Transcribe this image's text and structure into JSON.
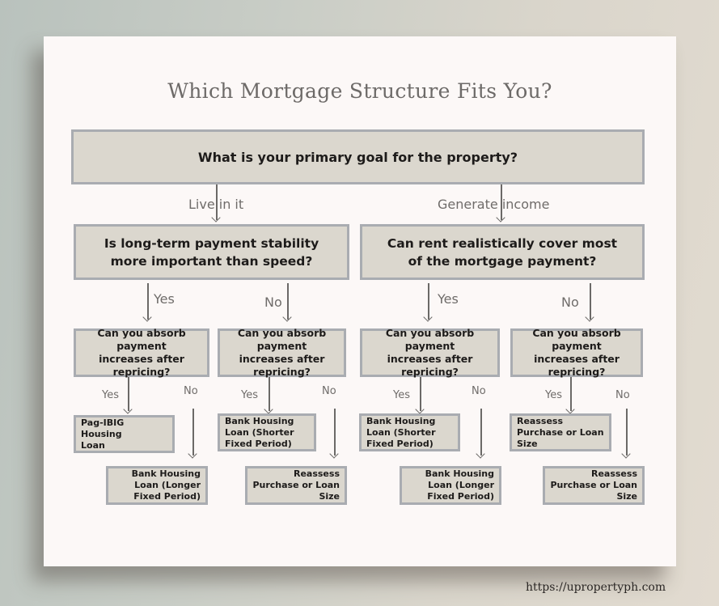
{
  "title": "Which Mortgage Structure Fits You?",
  "root": {
    "question": "What is your primary goal for the property?",
    "branches": {
      "live": {
        "label": "Live in it",
        "question": "Is long-term payment stability more important than speed?",
        "yes": {
          "label": "Yes",
          "question": "Can you absorb payment increases after repricing?",
          "yes_label": "Yes",
          "no_label": "No",
          "yes_result": "Pag-IBIG Housing Loan",
          "no_result": "Bank Housing Loan (Longer Fixed Period)"
        },
        "no": {
          "label": "No",
          "question": "Can you absorb payment increases after repricing?",
          "yes_label": "Yes",
          "no_label": "No",
          "yes_result": "Bank Housing Loan (Shorter Fixed Period)",
          "no_result": "Reassess Purchase or Loan Size"
        }
      },
      "income": {
        "label": "Generate income",
        "question": "Can rent realistically cover most of the mortgage payment?",
        "yes": {
          "label": "Yes",
          "question": "Can you absorb payment increases after repricing?",
          "yes_label": "Yes",
          "no_label": "No",
          "yes_result": "Bank Housing Loan (Shorter Fixed Period)",
          "no_result": "Bank Housing Loan (Longer Fixed Period)"
        },
        "no": {
          "label": "No",
          "question": "Can you absorb payment increases after repricing?",
          "yes_label": "Yes",
          "no_label": "No",
          "yes_result": "Reassess Purchase or Loan Size",
          "no_result": "Reassess Purchase or Loan Size"
        }
      }
    }
  },
  "colors": {
    "box_fill": "#dbd7ce",
    "box_border": "#a9acb1",
    "card": "#fcf8f7",
    "label_text": "#6f6c6a"
  },
  "footer": {
    "url": "https://upropertyph.com"
  }
}
